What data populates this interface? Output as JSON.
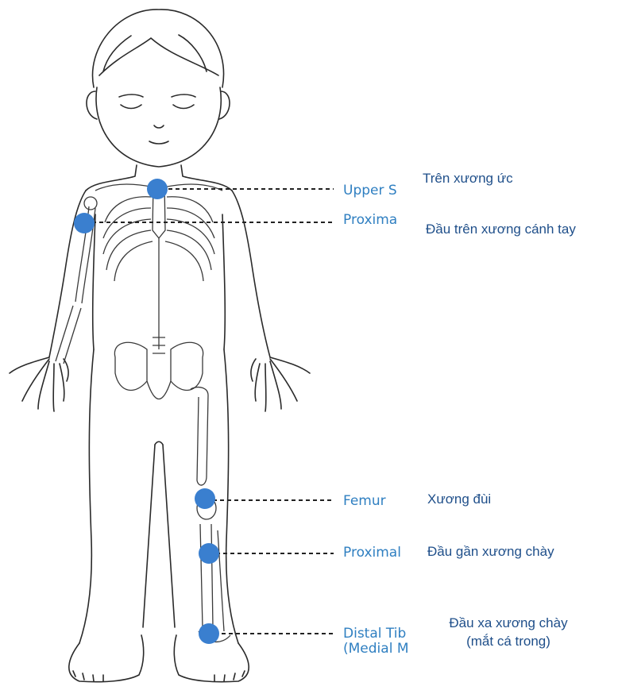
{
  "colors": {
    "marker": "#3a7fcf",
    "label_en": "#2f7fc1",
    "label_vi": "#1f4f8a",
    "outline": "#2a2a2a"
  },
  "sites": [
    {
      "id": "sternum",
      "en": "Upper S",
      "vi": [
        "Trên xương ức"
      ]
    },
    {
      "id": "humerus",
      "en": "Proxima",
      "vi": [
        "Đầu trên xương cánh tay"
      ]
    },
    {
      "id": "femur",
      "en": "Femur",
      "vi": [
        "Xương đùi"
      ]
    },
    {
      "id": "proximal-tibia",
      "en": "Proximal",
      "vi": [
        "Đầu gần  xương chày"
      ]
    },
    {
      "id": "distal-tibia",
      "en": [
        "Distal Tib",
        "(Medial M"
      ],
      "vi": [
        "Đầu xa xương chày",
        "(mắt cá trong)"
      ]
    }
  ]
}
